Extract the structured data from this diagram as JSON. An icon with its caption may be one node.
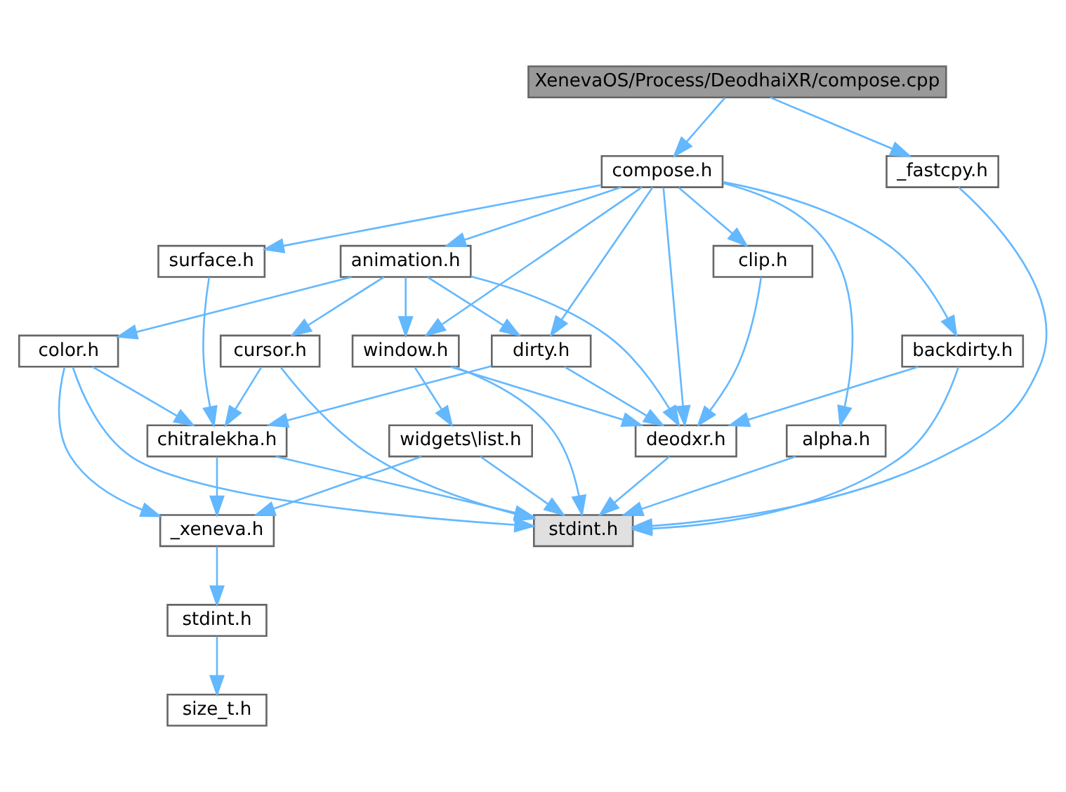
{
  "diagram": {
    "nodes": [
      {
        "text": [
          "XenevaOS/Process/DeodhaiXR/compose.cpp"
        ]
      },
      {
        "text": [
          "compose.h"
        ]
      },
      {
        "text": [
          "_fastcpy.h"
        ]
      },
      {
        "text": [
          "surface.h"
        ]
      },
      {
        "text": [
          "animation.h"
        ]
      },
      {
        "text": [
          "clip.h"
        ]
      },
      {
        "text": [
          "backdirty.h"
        ]
      },
      {
        "text": [
          "color.h"
        ]
      },
      {
        "text": [
          "cursor.h"
        ]
      },
      {
        "text": [
          "window.h"
        ]
      },
      {
        "text": [
          "dirty.h"
        ]
      },
      {
        "text": [
          "chitralekha.h"
        ]
      },
      {
        "text": [
          "widgets\\list.h"
        ]
      },
      {
        "text": [
          "deodxr.h"
        ]
      },
      {
        "text": [
          "alpha.h"
        ]
      },
      {
        "text": [
          "_xeneva.h"
        ]
      },
      {
        "text": [
          "stdint.h"
        ]
      },
      {
        "text": [
          "stdint.h"
        ]
      },
      {
        "text": [
          "size_t.h"
        ]
      }
    ],
    "edges": [
      {
        "from": 0,
        "to": 1,
        "arrow": "to"
      },
      {
        "from": 0,
        "to": 2,
        "arrow": "to"
      },
      {
        "from": 1,
        "to": 3,
        "arrow": "to"
      },
      {
        "from": 1,
        "to": 4,
        "arrow": "to"
      },
      {
        "from": 1,
        "to": 5,
        "arrow": "to"
      },
      {
        "from": 1,
        "to": 6,
        "arrow": "to"
      },
      {
        "from": 1,
        "to": 9,
        "arrow": "to"
      },
      {
        "from": 1,
        "to": 10,
        "arrow": "to"
      },
      {
        "from": 1,
        "to": 13,
        "arrow": "to"
      },
      {
        "from": 1,
        "to": 14,
        "arrow": "to"
      },
      {
        "from": 2,
        "to": 16,
        "arrow": "to"
      },
      {
        "from": 3,
        "to": 11,
        "arrow": "to"
      },
      {
        "from": 4,
        "to": 7,
        "arrow": "to"
      },
      {
        "from": 4,
        "to": 8,
        "arrow": "to"
      },
      {
        "from": 4,
        "to": 9,
        "arrow": "to"
      },
      {
        "from": 4,
        "to": 10,
        "arrow": "to"
      },
      {
        "from": 4,
        "to": 13,
        "arrow": "to"
      },
      {
        "from": 5,
        "to": 13,
        "arrow": "to"
      },
      {
        "from": 6,
        "to": 13,
        "arrow": "to"
      },
      {
        "from": 6,
        "to": 16,
        "arrow": "to"
      },
      {
        "from": 7,
        "to": 11,
        "arrow": "to"
      },
      {
        "from": 7,
        "to": 15,
        "arrow": "to"
      },
      {
        "from": 7,
        "to": 16,
        "arrow": "to"
      },
      {
        "from": 8,
        "to": 11,
        "arrow": "to"
      },
      {
        "from": 8,
        "to": 16,
        "arrow": "to"
      },
      {
        "from": 9,
        "to": 12,
        "arrow": "to"
      },
      {
        "from": 9,
        "to": 13,
        "arrow": "to"
      },
      {
        "from": 9,
        "to": 16,
        "arrow": "to"
      },
      {
        "from": 10,
        "to": 11,
        "arrow": "to"
      },
      {
        "from": 10,
        "to": 13,
        "arrow": "to"
      },
      {
        "from": 11,
        "to": 15,
        "arrow": "to"
      },
      {
        "from": 11,
        "to": 16,
        "arrow": "to"
      },
      {
        "from": 12,
        "to": 15,
        "arrow": "to"
      },
      {
        "from": 12,
        "to": 16,
        "arrow": "to"
      },
      {
        "from": 13,
        "to": 16,
        "arrow": "to"
      },
      {
        "from": 14,
        "to": 16,
        "arrow": "to"
      },
      {
        "from": 15,
        "to": 17,
        "arrow": "to"
      },
      {
        "from": 17,
        "to": 18,
        "arrow": "to"
      }
    ]
  }
}
